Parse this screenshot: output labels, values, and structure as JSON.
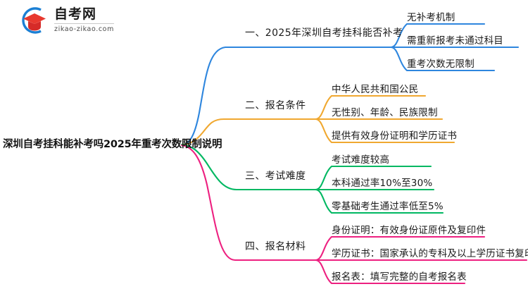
{
  "logo": {
    "name": "自考网",
    "domain": "zikao-zikao.com",
    "mark_icon": "graduation-cap-icon",
    "arc_color": "#1b7fd4",
    "cap_color": "#e8392f"
  },
  "mindmap": {
    "root": {
      "label": "深圳自考挂科能补考吗2025年重考次数限制说明"
    },
    "branches": [
      {
        "label": "一、2025年深圳自考挂科能否补考",
        "color": "#2e86de",
        "leaves": [
          {
            "label": "无补考机制"
          },
          {
            "label": "需重新报考未通过科目"
          },
          {
            "label": "重考次数无限制"
          }
        ]
      },
      {
        "label": "二、报名条件",
        "color": "#f0a830",
        "leaves": [
          {
            "label": "中华人民共和国公民"
          },
          {
            "label": "无性别、年龄、民族限制"
          },
          {
            "label": "提供有效身份证明和学历证书"
          }
        ]
      },
      {
        "label": "三、考试难度",
        "color": "#00b862",
        "leaves": [
          {
            "label": "考试难度较高"
          },
          {
            "label": "本科通过率10%至30%"
          },
          {
            "label": "零基础考生通过率低至5%"
          }
        ]
      },
      {
        "label": "四、报名材料",
        "color": "#ed2080",
        "leaves": [
          {
            "label": "身份证明：有效身份证原件及复印件"
          },
          {
            "label": "学历证书：国家承认的专科及以上学历证书复印件"
          },
          {
            "label": "报名表：填写完整的自考报名表"
          }
        ]
      }
    ]
  }
}
